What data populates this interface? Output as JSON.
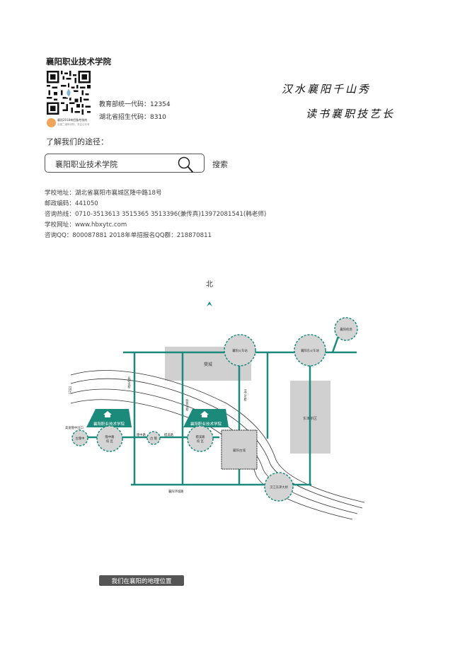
{
  "header": {
    "school_name": "襄阳职业技术学院",
    "qr_caption_line1": "襄阳2018单招备考指南",
    "qr_caption_line2": "长按二维码识别，关注公众号",
    "edu_code": "教育部统一代码：12354",
    "hubei_code": "湖北省招生代码：8310"
  },
  "slogans": [
    "汉水襄阳千山秀",
    "读书襄职技艺长"
  ],
  "search": {
    "heading": "了解我们的途径：",
    "value": "襄阳职业技术学院",
    "button_label": "搜索"
  },
  "contact": [
    "学校地址：湖北省襄阳市襄城区隆中路18号",
    "邮政编码：441050",
    "咨询热线：0710-3513613  3515365  3513396(兼传真)13972081541(韩老师)",
    "学校网址：www.hbxytc.com",
    "咨询QQ：800087881    2018年单招报名QQ群：218870811"
  ],
  "map": {
    "north_label": "北",
    "river_label": "汉江",
    "areas": {
      "fancheng": "樊城",
      "dongjin": "东津新区",
      "gucheng": "襄阳古城"
    },
    "stations": {
      "xiangyang": "襄阳火车站",
      "east": "襄阳东火车站",
      "airport": "襄阳机场",
      "longzhong_campus": [
        "隆中路",
        "校 区"
      ],
      "tanxi_campus": [
        "檀溪路",
        "校 区"
      ],
      "gulongzhong": "古隆中",
      "mid": "古 隆",
      "bridge": "汉江东津大桥"
    },
    "campus_label": "襄阳职业技术学院",
    "roads": {
      "ring": "襄阳环城路",
      "exit": "高速隆中出口",
      "longzhong_rd": "隆中路",
      "tanxi_rd": "檀溪路",
      "v1": "长虹大桥",
      "v2": "卧龙大桥",
      "v3": "汉江三桥"
    },
    "caption": "我们在襄阳的地理位置",
    "colors": {
      "road": "#1c8a7a",
      "circle": "#d4d4d4",
      "block": "#d0d0d0",
      "campus": "#1c8a7a"
    }
  }
}
